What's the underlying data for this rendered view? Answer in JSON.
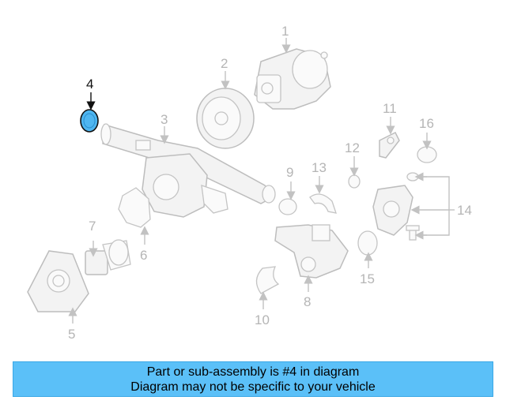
{
  "callouts": {
    "n1": "1",
    "n2": "2",
    "n3": "3",
    "n4": "4",
    "n5": "5",
    "n6": "6",
    "n7": "7",
    "n8": "8",
    "n9": "9",
    "n10": "10",
    "n11": "11",
    "n12": "12",
    "n13": "13",
    "n14": "14",
    "n15": "15",
    "n16": "16"
  },
  "highlight": {
    "part_number": "4",
    "color": "#4fb6f0"
  },
  "banner": {
    "line1": "Part or sub-assembly is #4 in diagram",
    "line2": "Diagram may not be specific to your vehicle",
    "background": "#5bc0f8"
  }
}
